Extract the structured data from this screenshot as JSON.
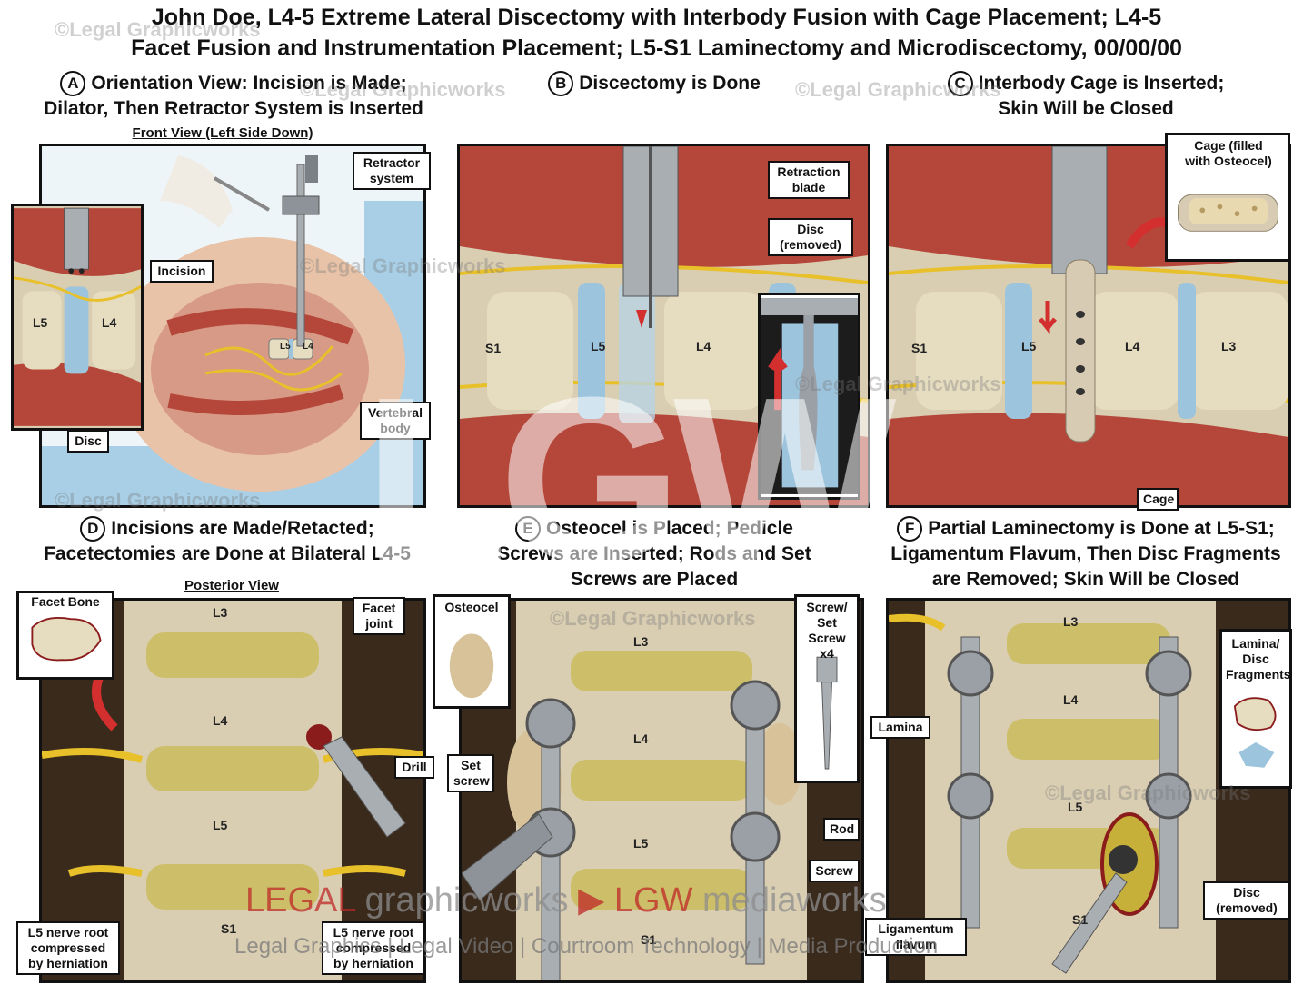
{
  "title": {
    "line1": "John Doe, L4-5 Extreme Lateral Discectomy with Interbody Fusion with Cage Placement; L4-5",
    "line2": "Facet Fusion and Instrumentation Placement; L5-S1 Laminectomy and Microdiscectomy, 00/00/00"
  },
  "steps": {
    "a": {
      "badge": "A",
      "line1": "Orientation View: Incision is Made;",
      "line2": "Dilator, Then Retractor System is Inserted",
      "subhead": "Front View (Left Side Down)"
    },
    "b": {
      "badge": "B",
      "line1": "Discectomy is Done"
    },
    "c": {
      "badge": "C",
      "line1": "Interbody Cage is Inserted;",
      "line2": "Skin Will be Closed"
    },
    "d": {
      "badge": "D",
      "line1": "Incisions are Made/Retacted;",
      "line2": "Facetectomies are Done at Bilateral L4-5",
      "subhead": "Posterior View"
    },
    "e": {
      "badge": "E",
      "line1": "Osteocel is Placed; Pedicle",
      "line2": "Screws are Inserted; Rods and Set",
      "line3": "Screws are Placed"
    },
    "f": {
      "badge": "F",
      "line1": "Partial Laminectomy is Done at L5-S1;",
      "line2": "Ligamentum Flavum, Then Disc Fragments",
      "line3": "are Removed; Skin Will be Closed"
    }
  },
  "callouts": {
    "retractor": "Retractor system",
    "incision": "Incision",
    "vertebral_body": "Vertebral body",
    "disc": "Disc",
    "retraction_blade": "Retraction blade",
    "disc_removed": "Disc (removed)",
    "cage_filled": "Cage (filled with Osteocel)",
    "cage": "Cage",
    "facet_bone": "Facet Bone",
    "facet_joint": "Facet joint",
    "drill": "Drill",
    "nerve_left": "L5 nerve root compressed by herniation",
    "nerve_right": "L5 nerve root compressed by herniation",
    "osteocel": "Osteocel",
    "screw_set": "Screw/ Set Screw x4",
    "set_screw": "Set screw",
    "rod": "Rod",
    "screw": "Screw",
    "lamina": "Lamina",
    "lamina_disc": "Lamina/ Disc Fragments",
    "ligamentum": "Ligamentum flavum",
    "disc_removed_f": "Disc (removed)"
  },
  "vertebra_labels": {
    "a_l5": "L5",
    "a_l4": "L4",
    "a_small_l5": "L5",
    "a_small_l4": "L4",
    "b_s1": "S1",
    "b_l5": "L5",
    "b_l4": "L4",
    "c_s1": "S1",
    "c_l5": "L5",
    "c_l4": "L4",
    "c_l3": "L3",
    "d_l3": "L3",
    "d_l4": "L4",
    "d_l5": "L5",
    "d_s1": "S1",
    "e_l3": "L3",
    "e_l4": "L4",
    "e_l5": "L5",
    "e_s1": "S1",
    "f_l3": "L3",
    "f_l4": "L4",
    "f_l5": "L5",
    "f_s1": "S1"
  },
  "watermark": {
    "text": "©Legal Graphicworks",
    "big": "LGW"
  },
  "footer": {
    "legal": "LEGAL",
    "graphicworks": "graphicworks",
    "play": "▶",
    "lgw": "LGW",
    "mediaworks": "mediaworks",
    "tagline": "Legal Graphics | Legal Video | Courtroom Technology | Media Production"
  },
  "colors": {
    "muscle": "#b5473a",
    "bone": "#e6dcc0",
    "disc": "#9cc4dc",
    "nerve": "#e8c02a",
    "metal": "#a9aeb3",
    "drape": "#a8cfe6",
    "skin": "#e9c3a8"
  }
}
